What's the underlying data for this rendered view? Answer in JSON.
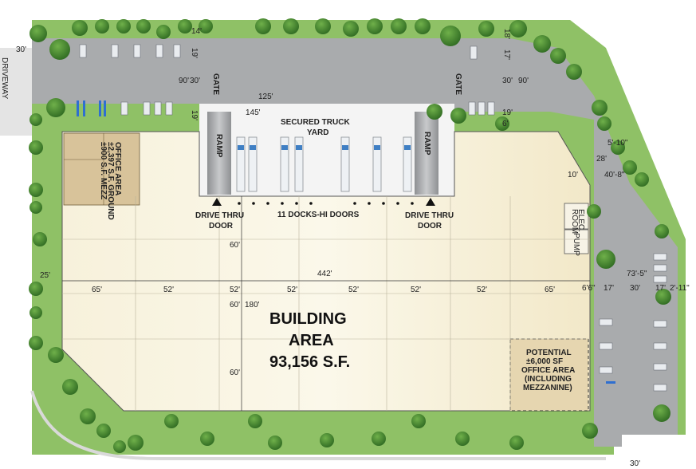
{
  "labels": {
    "gate_left": "GATE",
    "gate_right": "GATE",
    "ramp_left": "RAMP",
    "ramp_right": "RAMP",
    "secured_yard_1": "SECURED TRUCK",
    "secured_yard_2": "YARD",
    "drive_thru_left_1": "DRIVE THRU",
    "drive_thru_left_2": "DOOR",
    "drive_thru_right_1": "DRIVE THRU",
    "drive_thru_right_2": "DOOR",
    "docks": "11 DOCKS-HI DOORS",
    "office_1": "OFFICE AREA",
    "office_2": "±2,397 S.F. GROUND",
    "office_3": "±900 S.F. MEZZ",
    "building_1": "BUILDING",
    "building_2": "AREA",
    "building_3": "93,156 S.F.",
    "potential_1": "POTENTIAL",
    "potential_2": "±6,000 SF",
    "potential_3": "OFFICE AREA",
    "potential_4": "(INCLUDING",
    "potential_5": "MEZZANINE)",
    "elec_room_1": "ELEC.",
    "elec_room_2": "ROOM",
    "pump": "PUMP",
    "driveway": "DRIVEWAY"
  },
  "dims": {
    "d_14": "14'",
    "d_19": "19'",
    "d_90_left": "90'",
    "d_30_left": "30'",
    "d_19b_left": "19'",
    "d_145": "145'",
    "d_125": "125'",
    "d_18_right": "18'",
    "d_17_right": "17'",
    "d_30_right": "30'",
    "d_90_right": "90'",
    "d_19_right": "19'",
    "d_6_right": "6'",
    "d_10": "10'",
    "d_28": "28'",
    "d_40_8": "40'-8\"",
    "d_5_10": "5'-10\"",
    "d_30_driveway": "30'",
    "d_25": "25'",
    "d_442": "442'",
    "d_60_top": "60'",
    "d_60_mid": "60'",
    "d_60_bot": "60'",
    "d_180": "180'",
    "d_73_5": "73'-5\"",
    "d_6_6": "6'6\"",
    "d_17a": "17'",
    "d_30_east": "30'",
    "d_17b": "17'",
    "d_2_11": "2'-11\"",
    "d_30_bottom": "30'",
    "bays": [
      "65'",
      "52'",
      "52'",
      "52'",
      "52'",
      "52'",
      "52'",
      "65'"
    ]
  },
  "colors": {
    "grass": "#8cc063",
    "pavement": "#a7a9ab",
    "building": "#f3ecd2",
    "office": "#d9c49a",
    "yard": "#f6f6f6",
    "tree": "#3f7f2f"
  }
}
